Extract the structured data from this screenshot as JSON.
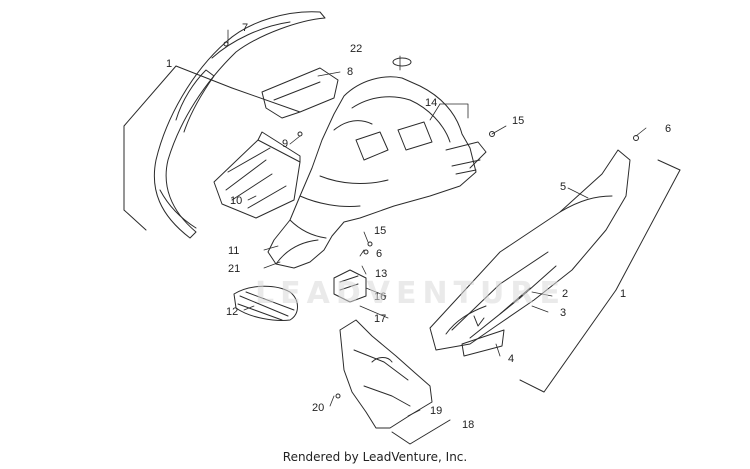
{
  "diagram": {
    "watermark": "LEADVENTURE",
    "footer": "Rendered by LeadVenture, Inc.",
    "callouts": [
      {
        "id": "c1a",
        "text": "1"
      },
      {
        "id": "c1b",
        "text": "1"
      },
      {
        "id": "c2",
        "text": "2"
      },
      {
        "id": "c3",
        "text": "3"
      },
      {
        "id": "c4",
        "text": "4"
      },
      {
        "id": "c5",
        "text": "5"
      },
      {
        "id": "c6a",
        "text": "6"
      },
      {
        "id": "c6b",
        "text": "6"
      },
      {
        "id": "c7",
        "text": "7"
      },
      {
        "id": "c8",
        "text": "8"
      },
      {
        "id": "c9",
        "text": "9"
      },
      {
        "id": "c10",
        "text": "10"
      },
      {
        "id": "c11",
        "text": "11"
      },
      {
        "id": "c12",
        "text": "12"
      },
      {
        "id": "c13",
        "text": "13"
      },
      {
        "id": "c14",
        "text": "14"
      },
      {
        "id": "c15a",
        "text": "15"
      },
      {
        "id": "c15b",
        "text": "15"
      },
      {
        "id": "c16",
        "text": "16"
      },
      {
        "id": "c17",
        "text": "17"
      },
      {
        "id": "c18",
        "text": "18"
      },
      {
        "id": "c19",
        "text": "19"
      },
      {
        "id": "c20",
        "text": "20"
      },
      {
        "id": "c21",
        "text": "21"
      },
      {
        "id": "c22",
        "text": "22"
      }
    ]
  }
}
